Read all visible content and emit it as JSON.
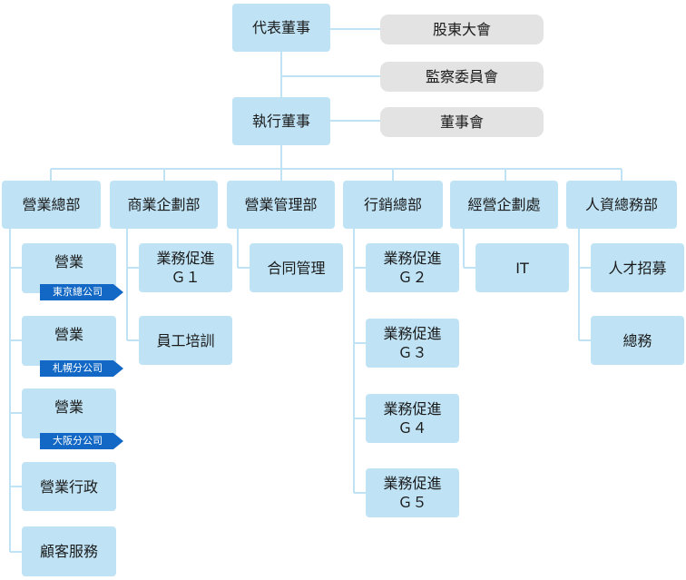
{
  "top": {
    "ceo": "代表董事",
    "shareholders": "股東大會",
    "audit": "監察委員會",
    "coo": "執行董事",
    "board": "董事會"
  },
  "departments": {
    "sales": "營業總部",
    "planning": "商業企劃部",
    "management": "營業管理部",
    "marketing": "行銷總部",
    "strategy": "經營企劃處",
    "hr_admin": "人資總務部"
  },
  "sales_units": {
    "tokyo": {
      "label": "營業",
      "tag": "東京總公司"
    },
    "sapporo": {
      "label": "營業",
      "tag": "札幌分公司"
    },
    "osaka": {
      "label": "營業",
      "tag": "大阪分公司"
    },
    "admin": "營業行政",
    "service": "顧客服務"
  },
  "planning_units": {
    "g1_line1": "業務促進",
    "g1_line2": "Ｇ１",
    "training": "員工培訓"
  },
  "management_units": {
    "contract": "合同管理"
  },
  "marketing_units": {
    "g2_line1": "業務促進",
    "g2_line2": "Ｇ２",
    "g3_line1": "業務促進",
    "g3_line2": "Ｇ３",
    "g4_line1": "業務促進",
    "g4_line2": "Ｇ４",
    "g5_line1": "業務促進",
    "g5_line2": "Ｇ５"
  },
  "strategy_units": {
    "it": "IT"
  },
  "hr_units": {
    "recruit": "人才招募",
    "general": "總務"
  }
}
